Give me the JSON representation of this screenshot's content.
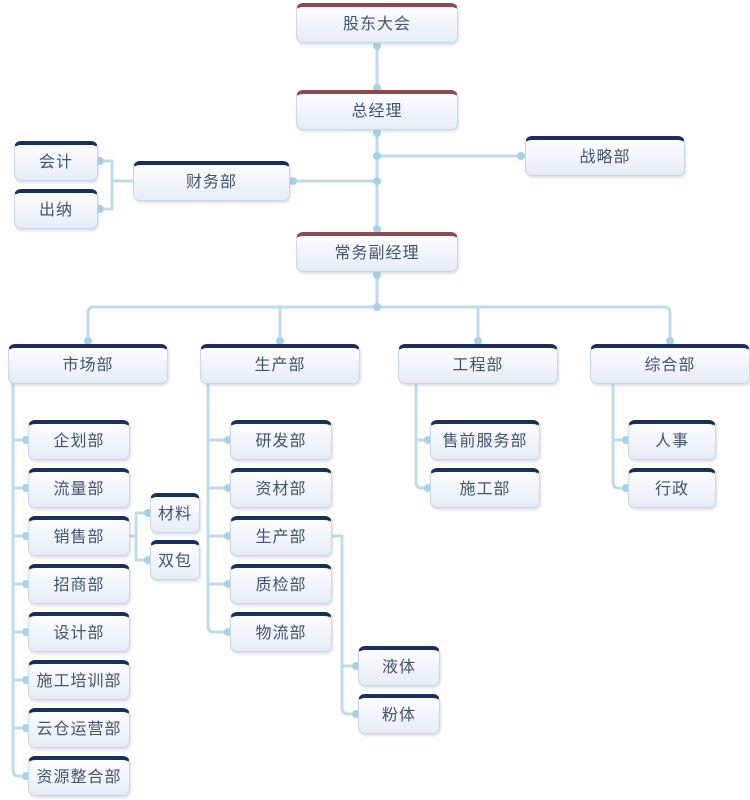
{
  "colors": {
    "canvas_background": "#ffffff",
    "node_fill_top": "#fcfdff",
    "node_fill_bottom": "#e7edf7",
    "node_border": "#c9d7e8",
    "executive_top_bar": "#8e4a52",
    "department_top_bar": "#1b2f5c",
    "node_text": "#44546d",
    "connector_line": "#bedce9",
    "connector_dot": "#a6d3e3"
  },
  "nodes": {
    "shareholders": {
      "label": "股东大会"
    },
    "general_manager": {
      "label": "总经理"
    },
    "strategy": {
      "label": "战略部"
    },
    "finance": {
      "label": "财务部"
    },
    "accounting": {
      "label": "会计"
    },
    "cashier": {
      "label": "出纳"
    },
    "deputy_manager": {
      "label": "常务副经理"
    },
    "marketing": {
      "label": "市场部"
    },
    "production": {
      "label": "生产部"
    },
    "engineering": {
      "label": "工程部"
    },
    "general_affairs": {
      "label": "综合部"
    },
    "planning": {
      "label": "企划部"
    },
    "traffic": {
      "label": "流量部"
    },
    "sales": {
      "label": "销售部"
    },
    "investment": {
      "label": "招商部"
    },
    "design": {
      "label": "设计部"
    },
    "construction_training": {
      "label": "施工培训部"
    },
    "cloud_warehouse": {
      "label": "云仓运营部"
    },
    "resource_integration": {
      "label": "资源整合部"
    },
    "material": {
      "label": "材料"
    },
    "double_package": {
      "label": "双包"
    },
    "rnd": {
      "label": "研发部"
    },
    "materials_dept": {
      "label": "资材部"
    },
    "production_sub": {
      "label": "生产部"
    },
    "quality": {
      "label": "质检部"
    },
    "logistics": {
      "label": "物流部"
    },
    "liquid": {
      "label": "液体"
    },
    "powder": {
      "label": "粉体"
    },
    "presales": {
      "label": "售前服务部"
    },
    "construction": {
      "label": "施工部"
    },
    "hr": {
      "label": "人事"
    },
    "admin": {
      "label": "行政"
    }
  },
  "hierarchy": {
    "root": "shareholders",
    "edges": [
      [
        "shareholders",
        "general_manager"
      ],
      [
        "general_manager",
        "finance"
      ],
      [
        "general_manager",
        "strategy"
      ],
      [
        "general_manager",
        "deputy_manager"
      ],
      [
        "finance",
        "accounting"
      ],
      [
        "finance",
        "cashier"
      ],
      [
        "deputy_manager",
        "marketing"
      ],
      [
        "deputy_manager",
        "production"
      ],
      [
        "deputy_manager",
        "engineering"
      ],
      [
        "deputy_manager",
        "general_affairs"
      ],
      [
        "marketing",
        "planning"
      ],
      [
        "marketing",
        "traffic"
      ],
      [
        "marketing",
        "sales"
      ],
      [
        "marketing",
        "investment"
      ],
      [
        "marketing",
        "design"
      ],
      [
        "marketing",
        "construction_training"
      ],
      [
        "marketing",
        "cloud_warehouse"
      ],
      [
        "marketing",
        "resource_integration"
      ],
      [
        "sales",
        "material"
      ],
      [
        "sales",
        "double_package"
      ],
      [
        "production",
        "rnd"
      ],
      [
        "production",
        "materials_dept"
      ],
      [
        "production",
        "production_sub"
      ],
      [
        "production",
        "quality"
      ],
      [
        "production",
        "logistics"
      ],
      [
        "production_sub",
        "liquid"
      ],
      [
        "production_sub",
        "powder"
      ],
      [
        "engineering",
        "presales"
      ],
      [
        "engineering",
        "construction"
      ],
      [
        "general_affairs",
        "hr"
      ],
      [
        "general_affairs",
        "admin"
      ]
    ]
  }
}
